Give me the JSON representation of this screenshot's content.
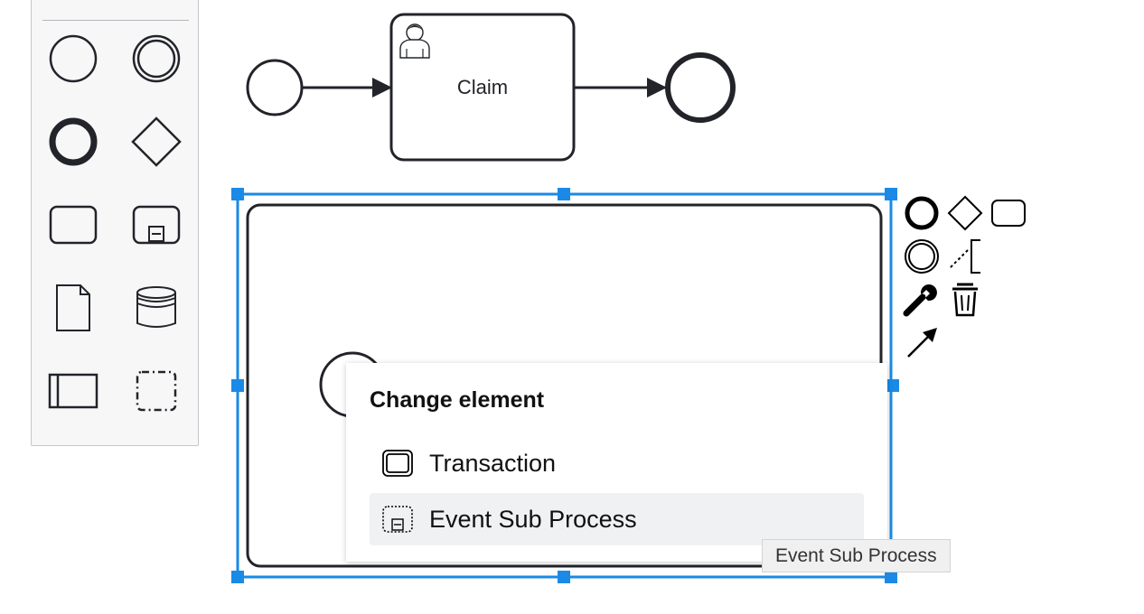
{
  "diagram": {
    "task_label": "Claim"
  },
  "palette": {
    "tools": [
      {
        "icon": "start-event-icon"
      },
      {
        "icon": "intermediate-event-icon"
      },
      {
        "icon": "end-event-icon"
      },
      {
        "icon": "gateway-icon"
      },
      {
        "icon": "task-icon"
      },
      {
        "icon": "subprocess-expanded-icon"
      },
      {
        "icon": "data-object-icon"
      },
      {
        "icon": "data-store-icon"
      },
      {
        "icon": "participant-icon"
      },
      {
        "icon": "group-icon"
      }
    ]
  },
  "context_pad": {
    "entries": [
      "append-end-event-icon",
      "append-gateway-icon",
      "append-task-icon",
      "append-intermediate-event-icon",
      "text-annotation-icon",
      "wrench-icon",
      "trash-icon",
      "connect-arrow-icon"
    ]
  },
  "popup_menu": {
    "title": "Change element",
    "entries": [
      {
        "label": "Transaction",
        "icon": "transaction-icon",
        "active": false
      },
      {
        "label": "Event Sub Process",
        "icon": "event-subprocess-icon",
        "active": true
      }
    ]
  },
  "tooltip": {
    "text": "Event Sub Process"
  },
  "colors": {
    "selection": "#1a8ae6",
    "stroke": "#22242a",
    "popup_hover": "#f0f1f3"
  }
}
